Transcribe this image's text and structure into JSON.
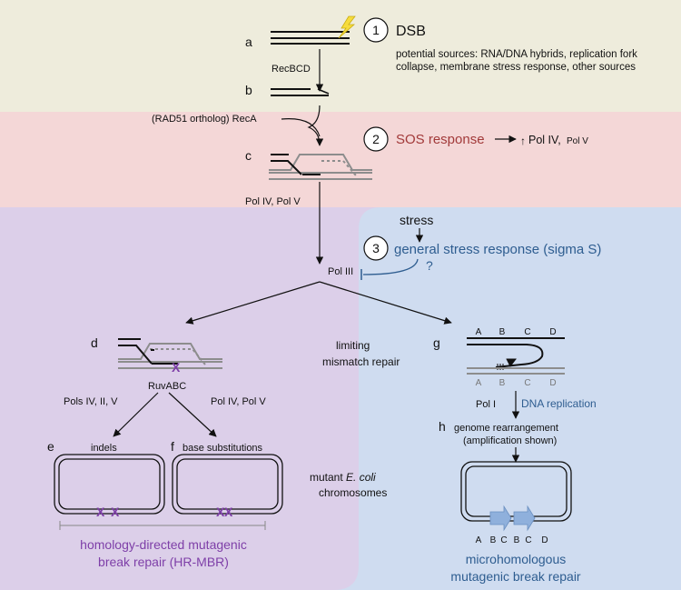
{
  "colors": {
    "band_dsb": "#eeecdc",
    "band_sos": "#f4d7d7",
    "panel_hr": "#dccfe9",
    "panel_micro": "#cfdcf0",
    "sos_text": "#a23a3a",
    "hr_text": "#7e3fa8",
    "micro_text": "#2e5d90",
    "grey_strand": "#8d8d8d",
    "arrow_block": "#8fb0dc"
  },
  "steps": {
    "dsb": {
      "number": "1",
      "title": "DSB",
      "sources_line1": "potential sources: RNA/DNA hybrids, replication fork",
      "sources_line2": "collapse, membrane stress response, other sources"
    },
    "sos": {
      "number": "2",
      "title": "SOS response",
      "effect_arrow": "↑",
      "effect_main": "Pol IV,",
      "effect_small": "Pol V"
    },
    "stress": {
      "number": "3",
      "stress_label": "stress",
      "title": "general stress response (sigma S)",
      "question": "?"
    }
  },
  "labels": {
    "a": "a",
    "b": "b",
    "c": "c",
    "d": "d",
    "e": "e",
    "f": "f",
    "g": "g",
    "h": "h",
    "recbcd": "RecBCD",
    "reca": "(RAD51 ortholog) RecA",
    "pol_iv_v": "Pol IV, Pol V",
    "pol_iii": "Pol III",
    "limiting_mmr_1": "limiting",
    "limiting_mmr_2": "mismatch repair",
    "ruvabc": "RuvABC",
    "pols_iv_ii_v": "Pols IV, II, V",
    "pol_iv_pol_v": "Pol IV, Pol V",
    "indels": "indels",
    "base_subs": "base substitutions",
    "mutant_1_pre": "mutant ",
    "mutant_1_italic": "E. coli",
    "mutant_2": "chromosomes",
    "pol_i": "Pol I",
    "dna_replication": "DNA replication",
    "genome_rearr_1": "genome rearrangement",
    "genome_rearr_2": "(amplification shown)",
    "hr_mbr_1": "homology-directed mutagenic",
    "hr_mbr_2": "break repair (HR-MBR)",
    "micro_1": "microhomologous",
    "micro_2": "mutagenic break repair",
    "mut_mark": "X",
    "seg_top": [
      "A",
      "B",
      "C",
      "D"
    ],
    "seg_bottom": [
      "A",
      "B",
      "C",
      "D"
    ],
    "seg_chrom": [
      "A",
      "B",
      "C",
      "B",
      "C",
      "D"
    ]
  }
}
